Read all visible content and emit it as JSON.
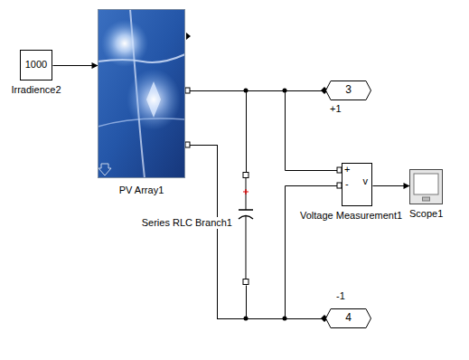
{
  "diagram": {
    "nodes": [
      {
        "text": [
          "1000",
          "Irradience2"
        ]
      },
      {
        "text": [
          "PV Array1"
        ]
      },
      {
        "text": [
          "3",
          "+1"
        ]
      },
      {
        "text": [
          "Series RLC Branch1"
        ]
      },
      {
        "text": [
          "+",
          "-",
          "v",
          "Voltage Measurement1"
        ]
      },
      {
        "text": [
          "Scope1"
        ]
      },
      {
        "text": [
          "4",
          "-1"
        ]
      }
    ],
    "edges": [
      {
        "from": 0,
        "to": 1,
        "arrow": "to"
      },
      {
        "from": 1,
        "to": 2,
        "arrow": "none"
      },
      {
        "from": 1,
        "to": 3,
        "arrow": "none"
      },
      {
        "from": 1,
        "to": 4,
        "arrow": "none"
      },
      {
        "from": 1,
        "to": 3,
        "arrow": "none"
      },
      {
        "from": 1,
        "to": 6,
        "arrow": "none"
      },
      {
        "from": 1,
        "to": 4,
        "arrow": "none"
      },
      {
        "from": 4,
        "to": 5,
        "arrow": "to"
      }
    ]
  }
}
